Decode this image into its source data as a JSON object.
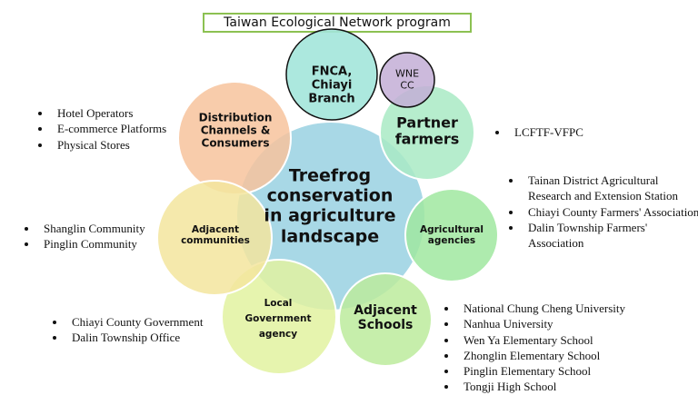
{
  "title": "Taiwan Ecological Network program",
  "center": {
    "label": "Treefrog conservation in agriculture landscape",
    "lines": [
      "Treefrog",
      "conservation",
      "in agriculture",
      "landscape"
    ],
    "color": "#a8d8e6"
  },
  "nodes": {
    "fnca": {
      "lines": [
        "FNCA,",
        "Chiayi",
        "Branch"
      ],
      "color": "#a3e6da"
    },
    "wnecc": {
      "lines": [
        "WNE",
        "CC"
      ],
      "color": "#c3aed6"
    },
    "distribution": {
      "lines": [
        "Distribution",
        "Channels &",
        "Consumers"
      ],
      "color": "#f7c39c"
    },
    "partner": {
      "lines": [
        "Partner",
        "farmers"
      ],
      "color": "#a9eac4"
    },
    "agricultural": {
      "lines": [
        "Agricultural",
        "agencies"
      ],
      "color": "#a0e8a0"
    },
    "schools": {
      "lines": [
        "Adjacent",
        "Schools"
      ],
      "color": "#bceb9c"
    },
    "local_gov": {
      "lines": [
        "Local",
        "Government",
        "agency"
      ],
      "color": "#e2f2a0"
    },
    "communities": {
      "lines": [
        "Adjacent",
        "communities"
      ],
      "color": "#f3e59e"
    }
  },
  "lists": {
    "distribution": [
      "Hotel Operators",
      "E-commerce Platforms",
      "Physical Stores"
    ],
    "partner": [
      "LCFTF-VFPC"
    ],
    "agricultural": [
      "Tainan District Agricultural Research and Extension Station",
      "Chiayi County Farmers' Association",
      "Dalin Township Farmers' Association"
    ],
    "communities": [
      "Shanglin Community",
      "Pinglin Community"
    ],
    "local_gov": [
      "Chiayi County Government",
      "Dalin Township Office"
    ],
    "schools": [
      "National Chung Cheng University",
      "Nanhua University",
      "Wen Ya  Elementary School",
      "Zhonglin Elementary School",
      "Pinglin Elementary School",
      "Tongji High School"
    ]
  }
}
